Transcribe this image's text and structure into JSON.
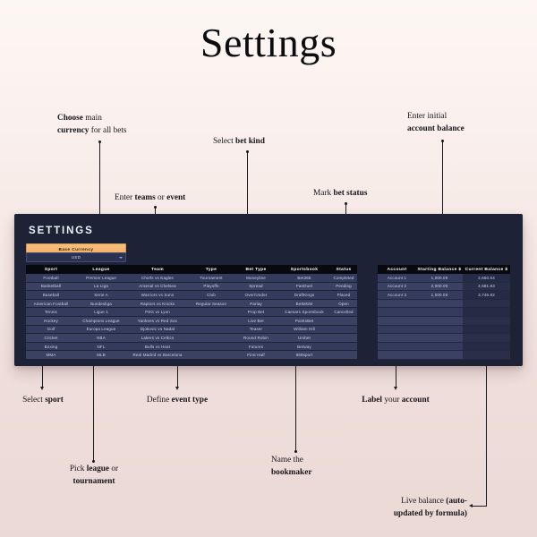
{
  "page": {
    "title": "Settings"
  },
  "panel": {
    "heading": "SETTINGS",
    "currency": {
      "header_label": "Base Currency",
      "selected": "USD",
      "caret_icon": "chevron-down-icon"
    },
    "bets_table": {
      "columns": [
        "Sport",
        "League",
        "Team",
        "Type",
        "Bet Type",
        "Sportsbook",
        "Status"
      ],
      "rows": [
        [
          "Football",
          "Premier League",
          "Chiefs vs Eagles",
          "Tournament",
          "Moneyline",
          "Bet365",
          "Completed"
        ],
        [
          "Basketball",
          "La Liga",
          "Arsenal vs Chelsea",
          "Playoffs",
          "Spread",
          "FanDuel",
          "Pending"
        ],
        [
          "Baseball",
          "Serie A",
          "Warriors vs Suns",
          "Club",
          "Over/Under",
          "DraftKings",
          "Placed"
        ],
        [
          "American Football",
          "Bundesliga",
          "Raptors vs Knicks",
          "Regular Season",
          "Parlay",
          "BetMGM",
          "Open"
        ],
        [
          "Tennis",
          "Ligue 1",
          "PSG vs Lyon",
          "",
          "Prop Bet",
          "Caesars Sportsbook",
          "Cancelled"
        ],
        [
          "Hockey",
          "Champions League",
          "Yankees vs Red Sox",
          "",
          "Live Bet",
          "PointsBet",
          ""
        ],
        [
          "Golf",
          "Europa League",
          "Djokovic vs Nadal",
          "",
          "Teaser",
          "William Hill",
          ""
        ],
        [
          "Cricket",
          "NBA",
          "Lakers vs Celtics",
          "",
          "Round Robin",
          "Unibet",
          ""
        ],
        [
          "Boxing",
          "NFL",
          "Bulls vs Heat",
          "",
          "Futures",
          "Betway",
          ""
        ],
        [
          "MMA",
          "MLB",
          "Real Madrid vs Barcelona",
          "",
          "First Half",
          "888sport",
          ""
        ]
      ]
    },
    "accounts_table": {
      "columns": [
        "Account",
        "Starting Balance $",
        "Current Balance $"
      ],
      "rows": [
        [
          "Account 1",
          "1,000.00",
          "2,650.54"
        ],
        [
          "Account 2",
          "2,000.00",
          "4,581.83"
        ],
        [
          "Account 3",
          "1,000.00",
          "3,746.82"
        ],
        [
          "",
          "",
          ""
        ],
        [
          "",
          "",
          ""
        ],
        [
          "",
          "",
          ""
        ],
        [
          "",
          "",
          ""
        ],
        [
          "",
          "",
          ""
        ],
        [
          "",
          "",
          ""
        ],
        [
          "",
          "",
          ""
        ]
      ]
    }
  },
  "annotations": {
    "choose_currency": {
      "l1_a": "Choose",
      "l1_b": " main",
      "l2_a": "currency",
      "l2_b": " for all bets"
    },
    "enter_teams": {
      "l1_a": "Enter ",
      "l1_b": "teams",
      "l1_c": " or ",
      "l1_d": "event"
    },
    "select_bet_kind": {
      "l1_a": "Select ",
      "l1_b": "bet kind"
    },
    "mark_bet_status": {
      "l1_a": "Mark ",
      "l1_b": "bet status"
    },
    "enter_initial": {
      "l1_a": "Enter initial",
      "l2_a": "account balance"
    },
    "select_sport": {
      "l1_a": "Select ",
      "l1_b": "sport"
    },
    "define_event_type": {
      "l1_a": "Define ",
      "l1_b": "event type"
    },
    "label_account": {
      "l1_a": "Label",
      "l1_b": " your ",
      "l1_c": "account"
    },
    "pick_league": {
      "l1_a": "Pick ",
      "l1_b": "league",
      "l1_c": " or",
      "l2_a": "tournament"
    },
    "name_bookmaker": {
      "l1_a": "Name the",
      "l2_a": "bookmaker"
    },
    "live_balance": {
      "l1_a": "Live balance ",
      "l1_b": "(auto-",
      "l2_a": "updated by formula)"
    }
  },
  "colors": {
    "panel_bg": "#1d2237",
    "row_bg": "#343b5c",
    "header_bg": "#07090f",
    "accent_teal": "#2fbfc4",
    "accent_orange": "#f4b26a",
    "accent_gold": "#b98b4e",
    "page_bg": "#f6e9e6"
  }
}
